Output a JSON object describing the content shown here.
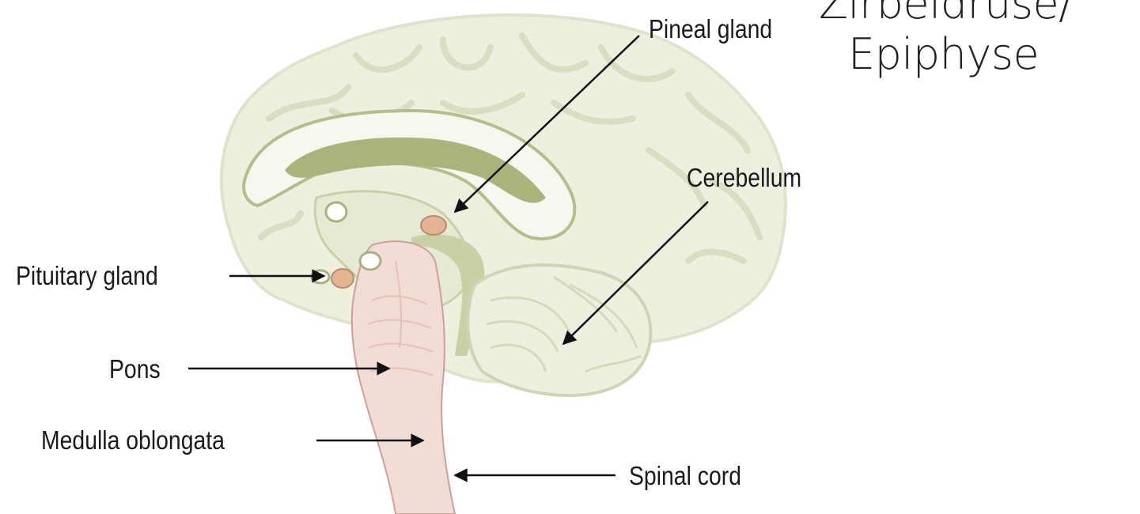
{
  "labels": {
    "pineal_gland": "Pineal gland",
    "cerebellum": "Cerebellum",
    "pituitary_gland": "Pituitary gland",
    "pons": "Pons",
    "medulla_oblongata": "Medulla oblongata",
    "spinal_cord": "Spinal cord"
  },
  "annotation": {
    "line1": "Zirbeldrüse/",
    "line2": "Epiphyse"
  },
  "colors": {
    "brain_fill": "#eef0df",
    "brain_outline": "#dfe3cb",
    "gyri": "#d9ddc2",
    "midbrain": "#c9d0a6",
    "ventricle_dark": "#a9b47c",
    "stem": "#f3dcd5",
    "gland": "#e3b394",
    "arrow": "#111111"
  }
}
